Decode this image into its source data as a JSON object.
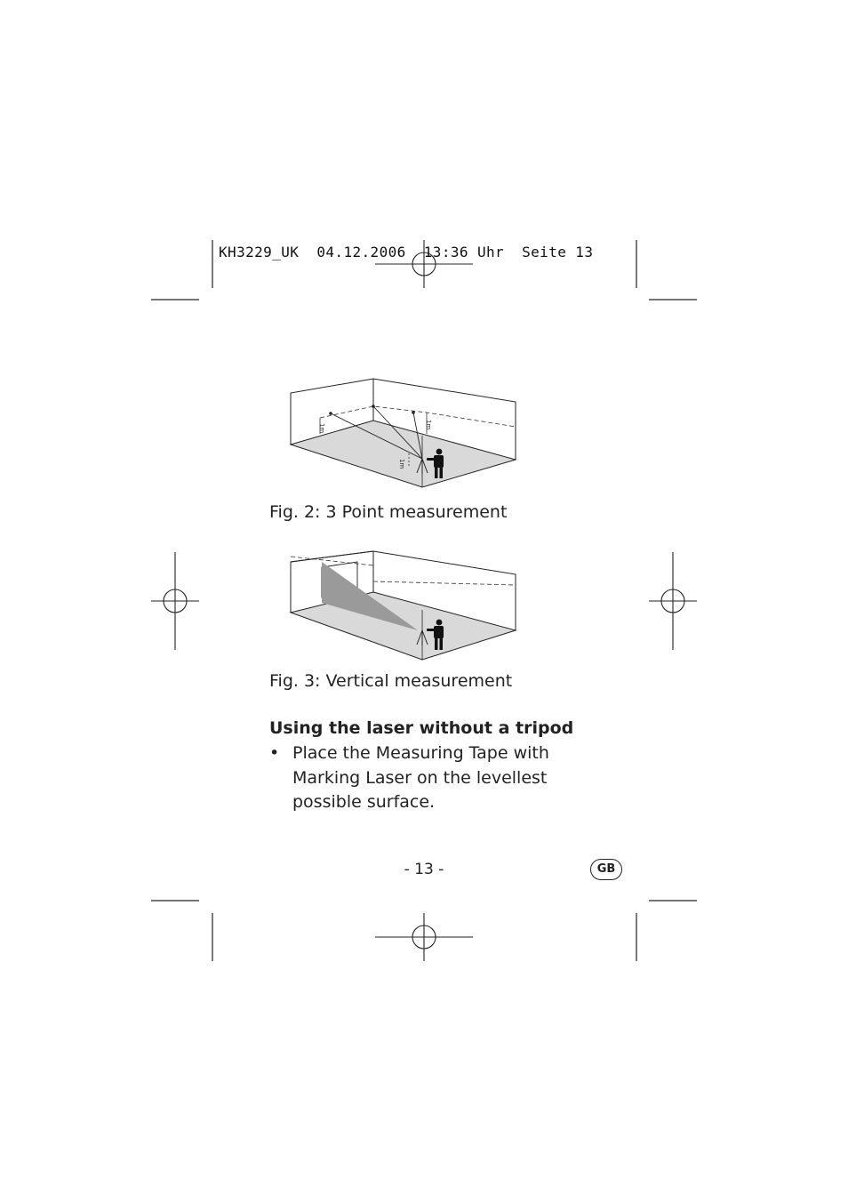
{
  "slug_line": "KH3229_UK  04.12.2006  13:36 Uhr  Seite 13",
  "figures": [
    {
      "caption": "Fig. 2: 3 Point measurement",
      "labels": [
        "1m",
        "1m",
        "1m"
      ]
    },
    {
      "caption": "Fig. 3: Vertical measurement"
    }
  ],
  "section": {
    "heading": "Using the laser without a tripod",
    "bullets": [
      {
        "marker": "•",
        "text": "Place the Measuring Tape with Marking Laser on the levellest possible surface."
      }
    ]
  },
  "page_number": "- 13 -",
  "country_badge": "GB"
}
